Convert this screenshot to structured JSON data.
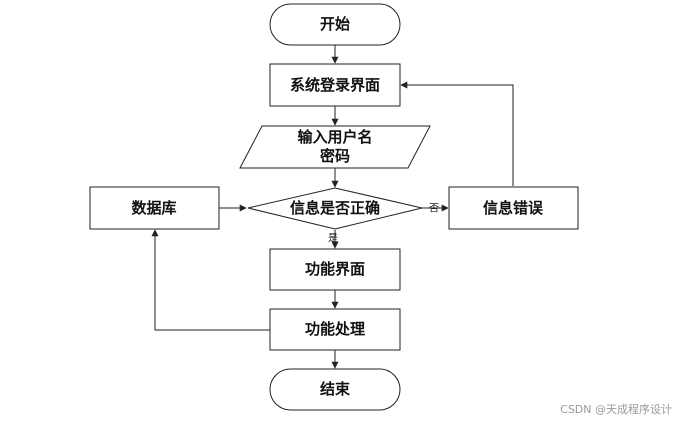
{
  "nodes": {
    "start": "开始",
    "login": "系统登录界面",
    "input_line1": "输入用户名",
    "input_line2": "密码",
    "check": "信息是否正确",
    "database": "数据库",
    "error": "信息错误",
    "function_ui": "功能界面",
    "function_proc": "功能处理",
    "end": "结束"
  },
  "edges": {
    "no": "否",
    "yes": "是"
  },
  "watermark": "CSDN @天成程序设计"
}
